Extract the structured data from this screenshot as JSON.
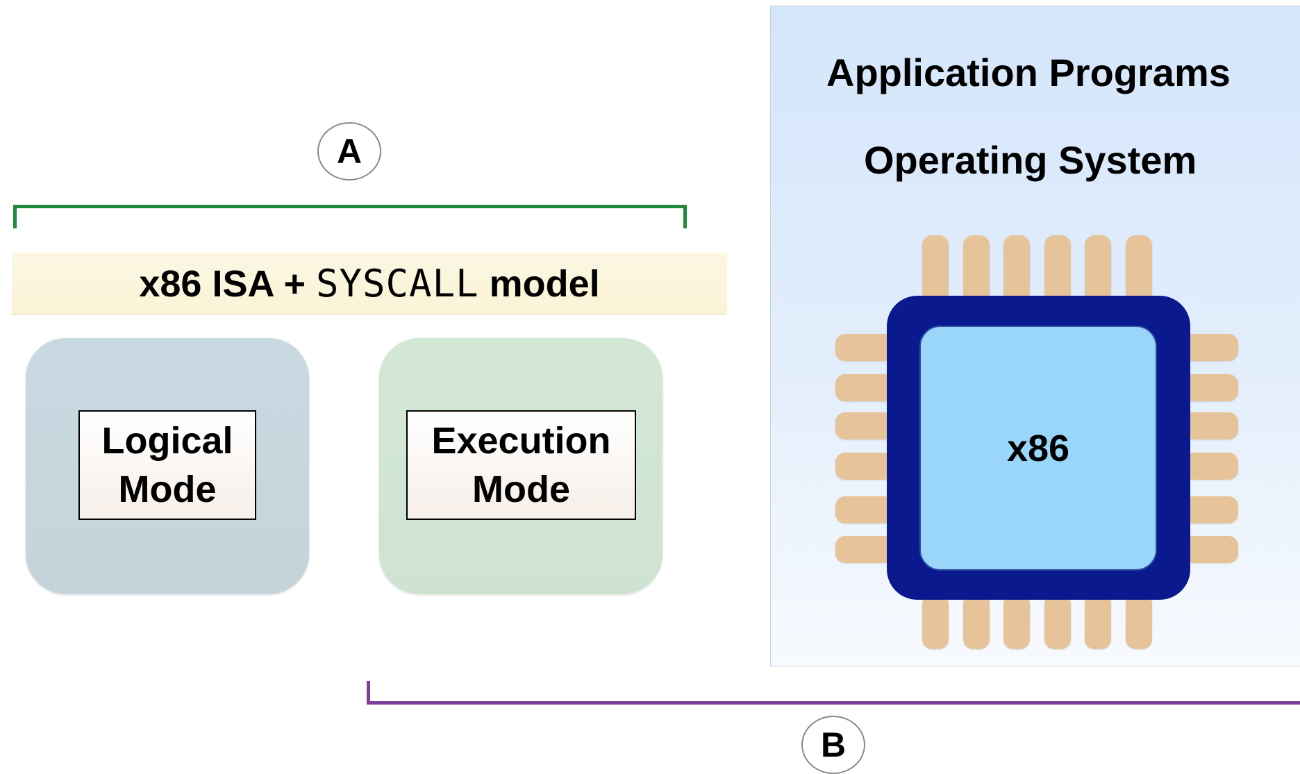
{
  "labels": {
    "a": "A",
    "b": "B"
  },
  "isa": {
    "prefix": "x86 ISA + ",
    "syscall": "SYSCALL",
    "suffix": " model"
  },
  "modes": {
    "logical_line1": "Logical",
    "logical_line2": "Mode",
    "execution_line1": "Execution",
    "execution_line2": "Mode"
  },
  "stack": {
    "app": "Application Programs",
    "os": "Operating System",
    "cpu": "x86"
  },
  "colors": {
    "bracket_a": "#1f8a3c",
    "bracket_b": "#7b3f9e",
    "chip_body": "#0a1a8e",
    "chip_core": "#99d6f9",
    "pin": "#e6c398"
  }
}
